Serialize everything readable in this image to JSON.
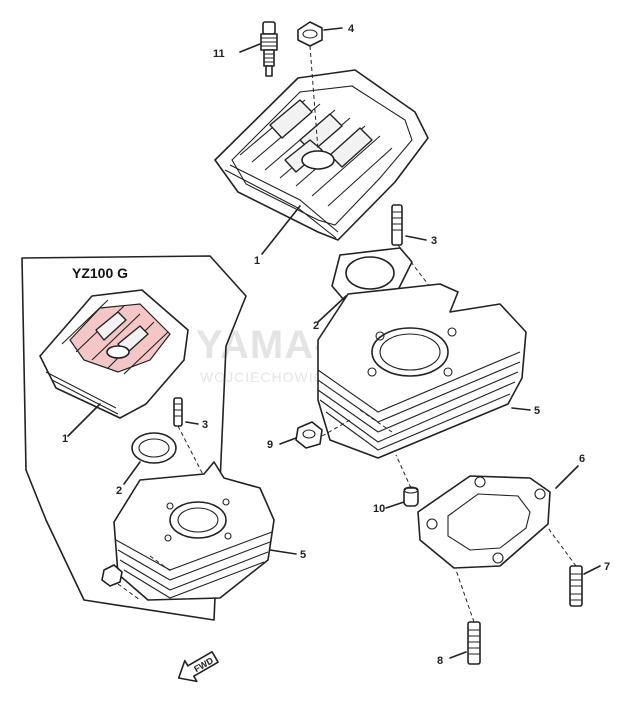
{
  "variant_label": "YZ100 G",
  "watermark": {
    "line1": "YAMA-SKLEP.PL",
    "line2": "WOJCIECHOWICZ DEALER YAMAHA"
  },
  "callouts": {
    "spark_plug": "11",
    "cap": "4",
    "head_main": "1",
    "stud_main": "3",
    "head_gasket_main": "2",
    "cylinder_main": "5",
    "nut": "9",
    "dowel": "10",
    "base_gasket": "6",
    "stud_lower": "7",
    "stud_bottom": "8",
    "head_inset": "1",
    "stud_inset": "3",
    "gasket_inset": "2",
    "cylinder_inset": "5"
  },
  "front_arrow": "FWD"
}
